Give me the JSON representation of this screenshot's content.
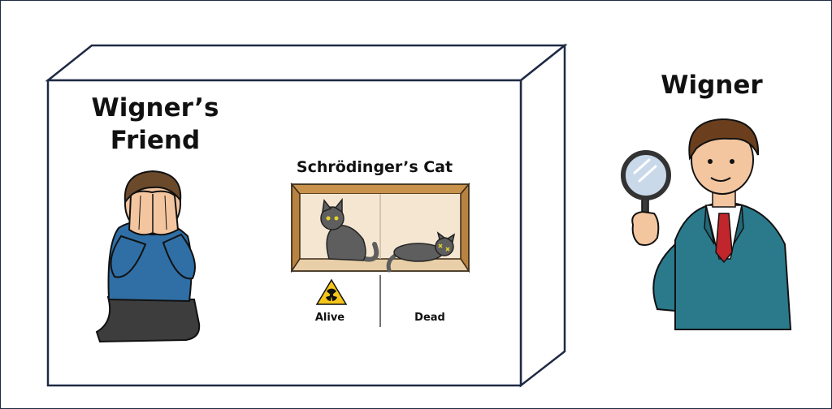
{
  "diagram": {
    "box_label": {
      "line1": "Wigner’s",
      "line2": "Friend"
    },
    "cat_experiment": {
      "title": "Schrödinger’s Cat",
      "alive_label": "Alive",
      "dead_label": "Dead"
    },
    "observer_label": "Wigner",
    "icons": {
      "hazard": "radiation-hazard-icon",
      "magnifier": "magnifying-glass-icon"
    },
    "colors": {
      "outline": "#1f2a44",
      "box_floor": "#f5e6d2",
      "box_wall": "#c8924c",
      "cat": "#5e5e5e",
      "friend_sweater": "#2f6fa6",
      "wigner_suit": "#2a7a8c",
      "wigner_tie": "#c0262c",
      "hazard_yellow": "#f5c518"
    }
  }
}
